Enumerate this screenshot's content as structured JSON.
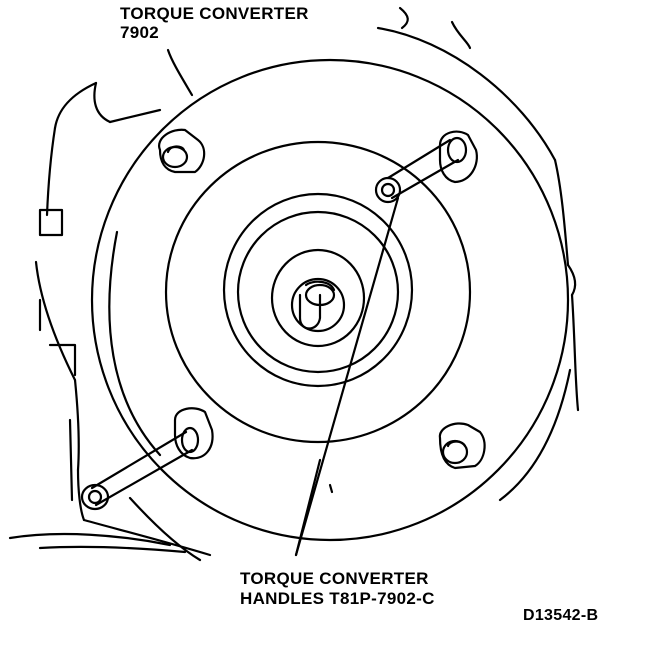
{
  "labels": {
    "converter_name": "TORQUE CONVERTER",
    "converter_part_number": "7902",
    "handles_line1": "TORQUE CONVERTER",
    "handles_line2": "HANDLES T81P-7902-C",
    "figure_id": "D13542-B"
  },
  "colors": {
    "ink": "#000000",
    "paper": "#ffffff"
  }
}
